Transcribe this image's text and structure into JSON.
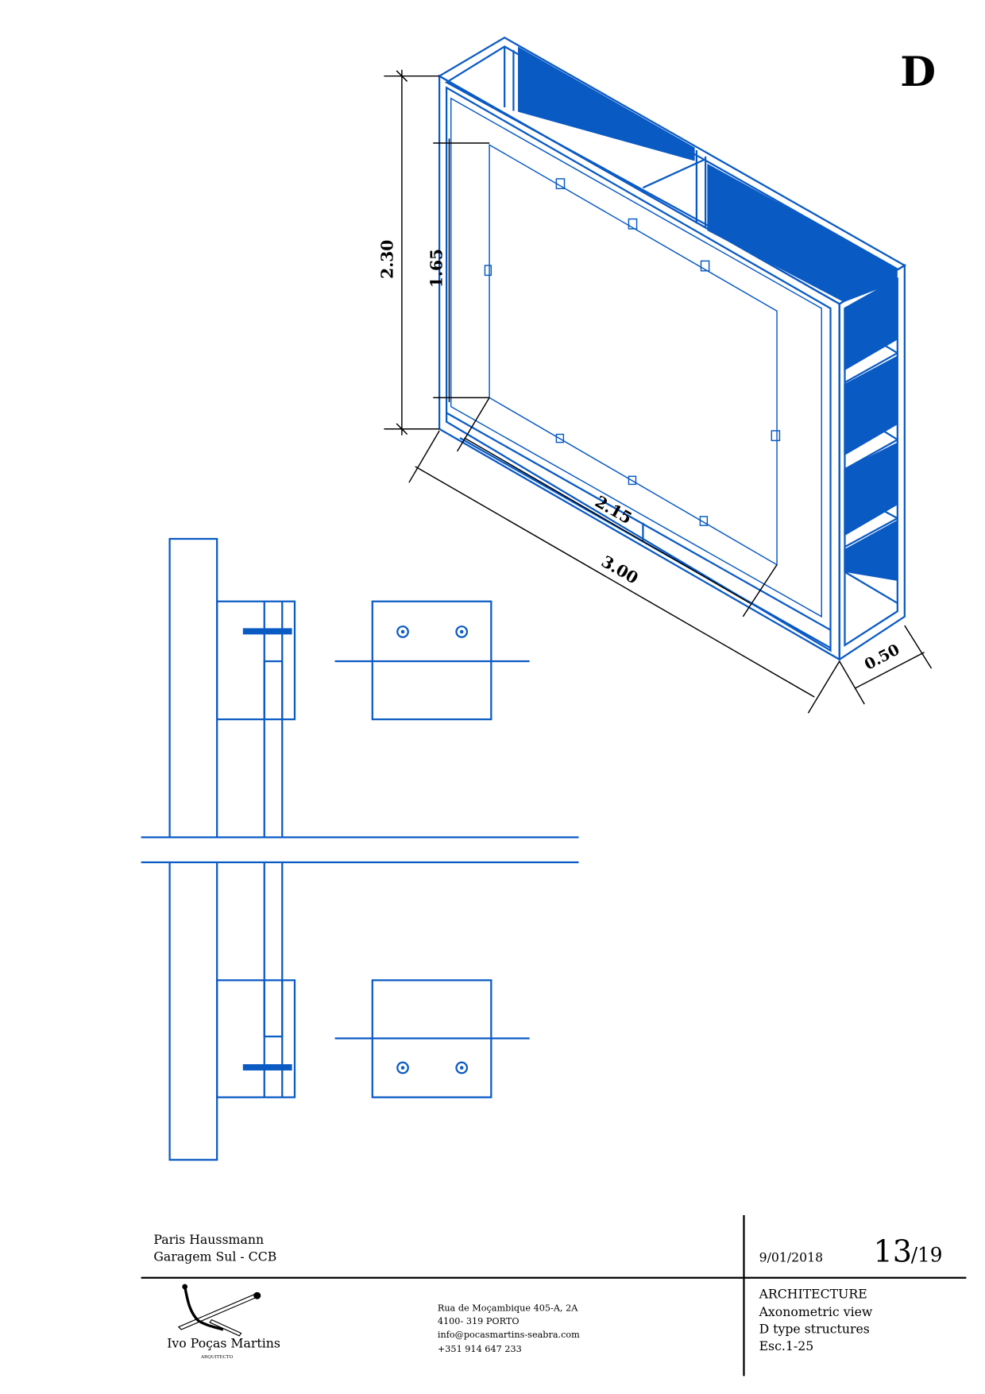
{
  "sheet_letter": "D",
  "dimensions": {
    "height_total": "2.30",
    "height_panel": "1.65",
    "length_total": "3.00",
    "length_panel": "2.15",
    "depth": "0.50"
  },
  "project": {
    "line1": "Paris Haussmann",
    "line2": "Garagem Sul - CCB"
  },
  "date": "9/01/2018",
  "page": {
    "current": "13",
    "total": "/19"
  },
  "architect": {
    "name": "Ivo Poças Martins",
    "role": "ARQUITECTO"
  },
  "address": {
    "street": "Rua de Moçambique 405-A, 2A",
    "city": "4100- 319 PORTO",
    "email": "info@pocasmartins-seabra.com",
    "phone": "+351 914 647 233"
  },
  "drawing_info": {
    "discipline": "ARCHITECTURE",
    "view": "Axonometric view",
    "subject": "D type structures",
    "scale": "Esc.1-25"
  },
  "colors": {
    "drawing_blue": "#0a5ac4",
    "ink": "#000000"
  }
}
